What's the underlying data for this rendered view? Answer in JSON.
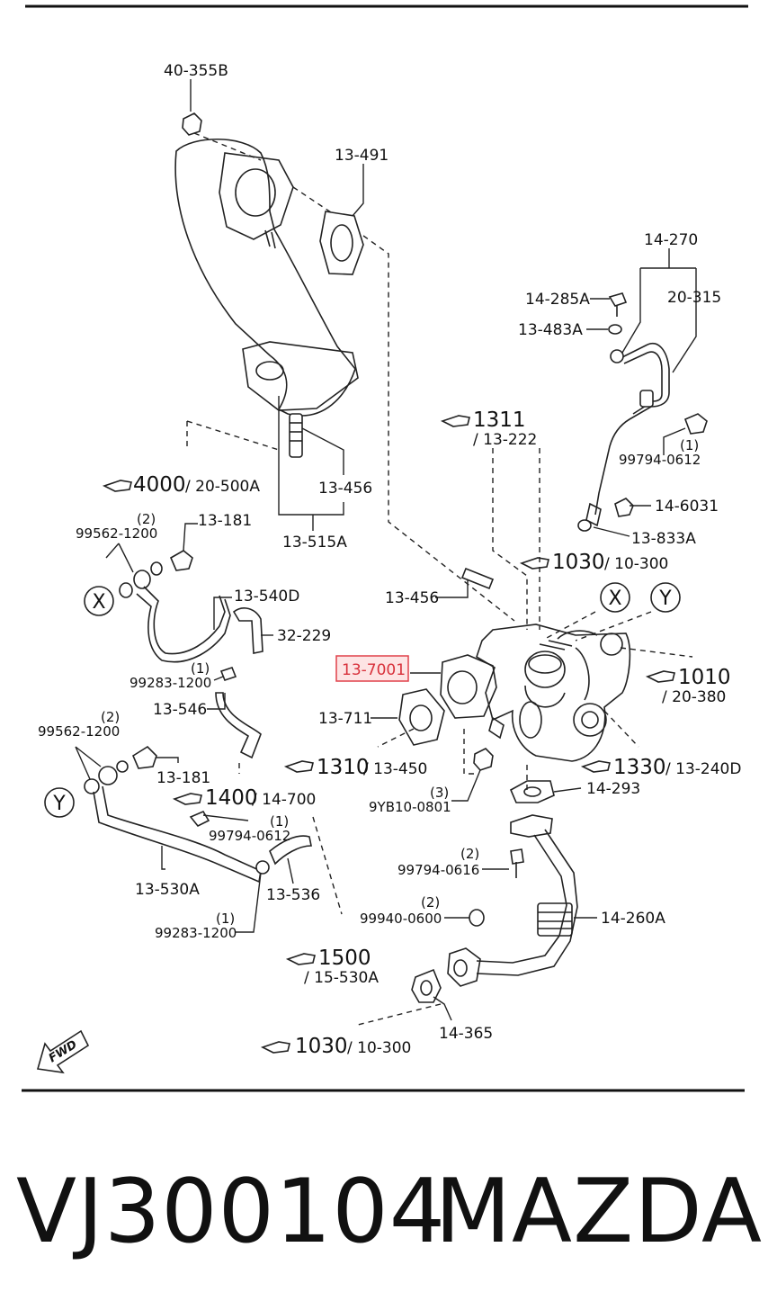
{
  "diagram": {
    "part_labels": [
      "40-355B",
      "13-491",
      "14-270",
      "14-285A",
      "20-315",
      "13-483A",
      "13-456",
      "13-515A",
      "13-456",
      "99562-1200",
      "13-181",
      "13-540D",
      "32-229",
      "99283-1200",
      "13-546",
      "13-711",
      "99562-1200",
      "13-181",
      "99794-0612",
      "13-530A",
      "99283-1200",
      "13-536",
      "9YB10-0801",
      "14-293",
      "99794-0616",
      "99940-0600",
      "14-260A",
      "14-365",
      "99794-0612",
      "14-6031",
      "13-833A"
    ],
    "quantities": [
      "(2)",
      "(1)",
      "(2)",
      "(1)",
      "(1)",
      "(3)",
      "(2)",
      "(2)",
      "(1)"
    ],
    "highlighted_part": "13-7001",
    "refs": [
      {
        "main": "1311",
        "sub": "/ 13-222"
      },
      {
        "main": "4000",
        "sub": "/ 20-500A"
      },
      {
        "main": "1030",
        "sub": "/ 10-300"
      },
      {
        "main": "1010",
        "sub": "/ 20-380"
      },
      {
        "main": "1310",
        "sub": "/ 13-450"
      },
      {
        "main": "1330",
        "sub": "/ 13-240D"
      },
      {
        "main": "1400",
        "sub": "/ 14-700"
      },
      {
        "main": "1500",
        "sub": "/ 15-530A"
      },
      {
        "main": "1030",
        "sub": "/ 10-300"
      }
    ],
    "connectors": [
      "X",
      "Y",
      "X",
      "Y"
    ],
    "fwd": "FWD"
  },
  "caption": {
    "code": "VJ300104",
    "brand": "MAZDA"
  },
  "colors": {
    "highlight_border": "#e0404a",
    "highlight_fill": "#fde4e4",
    "ink": "#111111"
  }
}
